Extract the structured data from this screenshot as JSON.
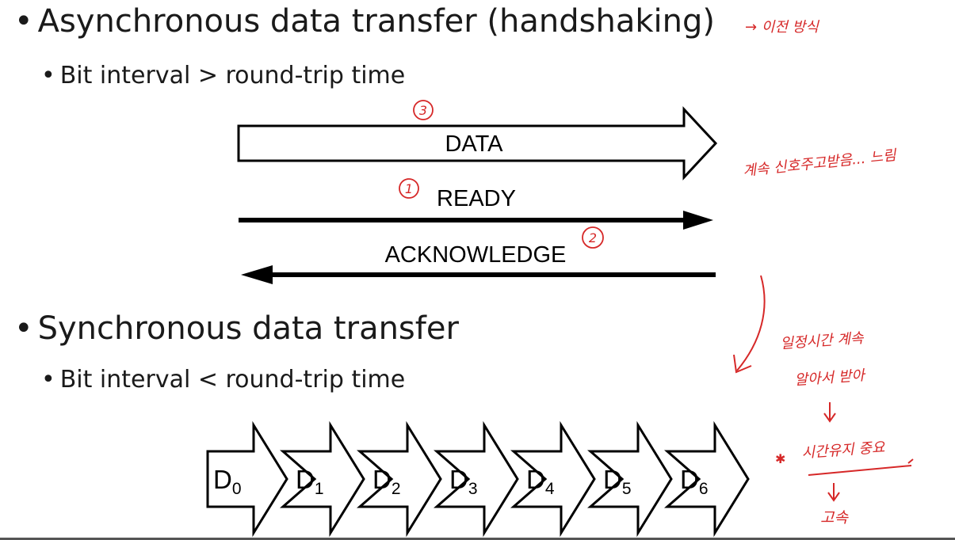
{
  "bullets": {
    "async_title": "Asynchronous data transfer (handshaking)",
    "async_sub": "Bit interval > round-trip time",
    "sync_title": "Synchronous data transfer",
    "sync_sub": "Bit interval < round-trip time",
    "marker": "•"
  },
  "handshake": {
    "data_label": "DATA",
    "ready_label": "READY",
    "ack_label": "ACKNOWLEDGE"
  },
  "sync_blocks": [
    {
      "letter": "D",
      "index": "0"
    },
    {
      "letter": "D",
      "index": "1"
    },
    {
      "letter": "D",
      "index": "2"
    },
    {
      "letter": "D",
      "index": "3"
    },
    {
      "letter": "D",
      "index": "4"
    },
    {
      "letter": "D",
      "index": "5"
    },
    {
      "letter": "D",
      "index": "6"
    }
  ],
  "annotations": {
    "step_data": "3",
    "step_ready": "1",
    "step_ack": "2",
    "note_previous": "→ 이전 방식",
    "note_handshake": "계속 신호주고받음... 느림",
    "note_line1": "일정시간 계속",
    "note_line2": "알아서 받아",
    "note_line3": "시간유지 중요",
    "note_line4": "고속"
  },
  "colors": {
    "annotation": "#d62828",
    "outline": "#000000"
  }
}
